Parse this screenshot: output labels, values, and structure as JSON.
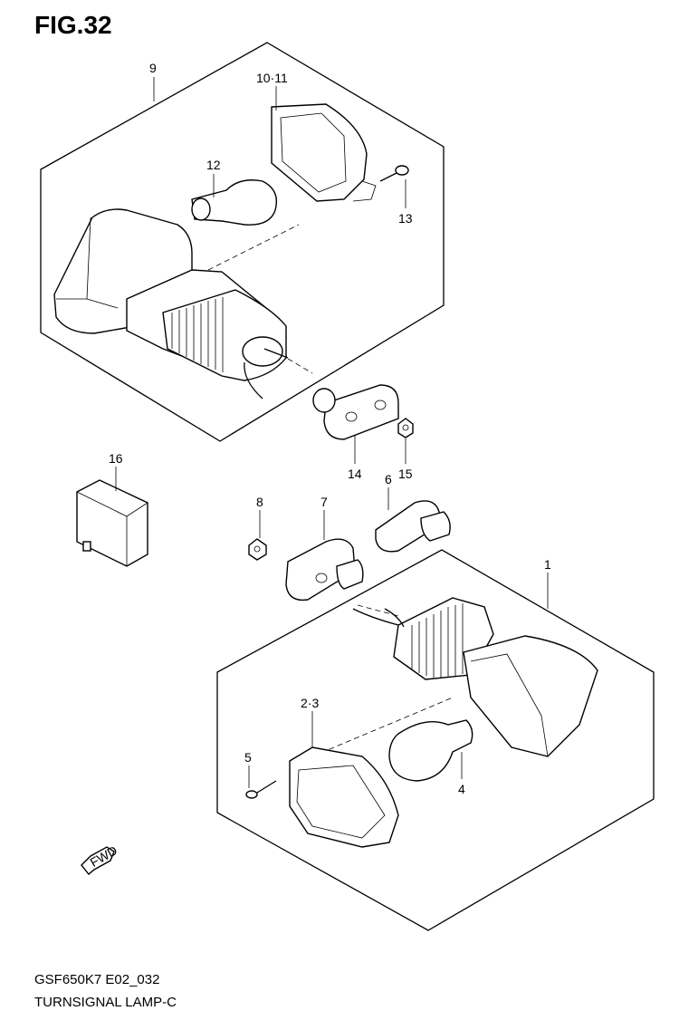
{
  "figure": {
    "title": "FIG.32"
  },
  "callouts": [
    {
      "id": "c9",
      "text": "9"
    },
    {
      "id": "c1011",
      "text": "10·11"
    },
    {
      "id": "c12",
      "text": "12"
    },
    {
      "id": "c13",
      "text": "13"
    },
    {
      "id": "c14",
      "text": "14"
    },
    {
      "id": "c15",
      "text": "15"
    },
    {
      "id": "c16",
      "text": "16"
    },
    {
      "id": "c8",
      "text": "8"
    },
    {
      "id": "c7",
      "text": "7"
    },
    {
      "id": "c6",
      "text": "6"
    },
    {
      "id": "c1",
      "text": "1"
    },
    {
      "id": "c23",
      "text": "2·3"
    },
    {
      "id": "c5",
      "text": "5"
    },
    {
      "id": "c4",
      "text": "4"
    }
  ],
  "fwd_badge": "FWD",
  "footer": {
    "model_code": "GSF650K7 E02_032",
    "caption": "TURNSIGNAL LAMP-C"
  }
}
